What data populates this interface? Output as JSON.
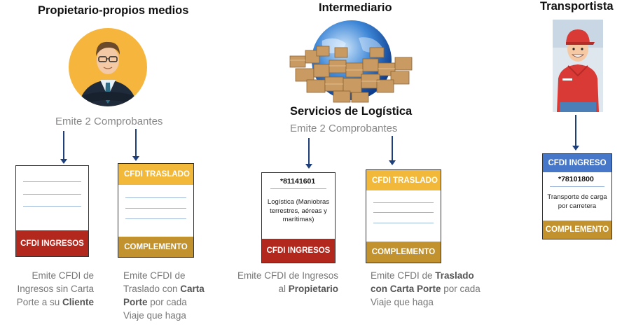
{
  "columns": {
    "owner": {
      "title": "Propietario-propios medios",
      "subtitle": "Emite 2 Comprobantes",
      "doc1": {
        "footer": "CFDI INGRESOS",
        "caption_parts": [
          "Emite CFDI de",
          "Ingresos sin Carta",
          "Porte a su ",
          "Cliente"
        ]
      },
      "doc2": {
        "header": "CFDI TRASLADO",
        "footer": "COMPLEMENTO",
        "caption_parts": [
          "Emite CFDI de",
          "Traslado con ",
          "Carta",
          "Porte",
          " por cada",
          "Viaje que haga"
        ]
      }
    },
    "intermediary": {
      "title": "Intermediario",
      "service_title": "Servicios de Logística",
      "subtitle": "Emite 2 Comprobantes",
      "doc1": {
        "code": "*81141601",
        "description": "Logística (Maniobras terrestres, aéreas y marítimas)",
        "footer": "CFDI INGRESOS",
        "caption_parts": [
          "Emite CFDI de Ingresos",
          "al ",
          "Propietario"
        ]
      },
      "doc2": {
        "header": "CFDI TRASLADO",
        "footer": "COMPLEMENTO",
        "caption_parts": [
          "Emite CFDI de ",
          "Traslado",
          "con Carta Porte",
          " por cada",
          "Viaje que haga"
        ]
      }
    },
    "carrier": {
      "title": "Transportista",
      "doc": {
        "header": "CFDI INGRESO",
        "code": "*78101800",
        "description": "Transporte de carga por carretera",
        "footer": "COMPLEMENTO"
      }
    }
  },
  "icons": {
    "owner": "businessman-avatar-icon",
    "intermediary": "globe-boxes-icon",
    "carrier": "delivery-man-icon"
  },
  "colors": {
    "red": "#b3281d",
    "gold": "#c2922e",
    "yellow": "#f2b83a",
    "blue": "#4677c8",
    "arrow": "#1f3f7a"
  }
}
